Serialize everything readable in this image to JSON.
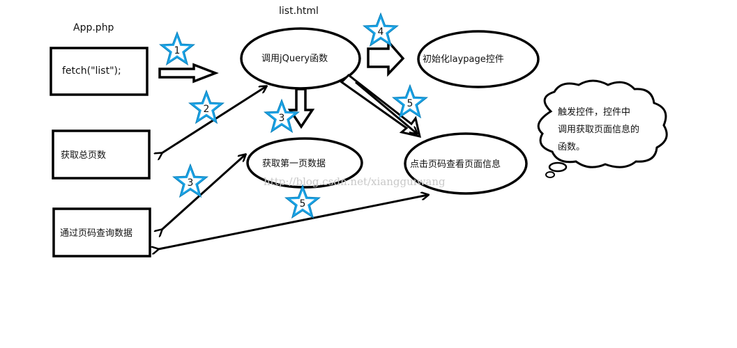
{
  "headers": {
    "app_file": "App.php",
    "list_file": "list.html"
  },
  "boxes": {
    "fetch": "fetch(\"list\");",
    "total_pages": "获取总页数",
    "query_by_page": "通过页码查询数据"
  },
  "ellipses": {
    "call_jquery": "调用jQuery函数",
    "init_laypage": "初始化laypage控件",
    "get_first_page": "获取第一页数据",
    "click_page": "点击页码查看页面信息"
  },
  "cloud": {
    "lines": [
      "触发控件，控件中",
      "调用获取页面信息的",
      "函数。"
    ]
  },
  "star_labels": [
    "1",
    "2",
    "3",
    "4",
    "5",
    "3",
    "5"
  ],
  "watermark": "http://blog.csdn.net/xiangguiwang",
  "colors": {
    "star_fill": "#1aa3e6",
    "stroke": "#000000"
  }
}
